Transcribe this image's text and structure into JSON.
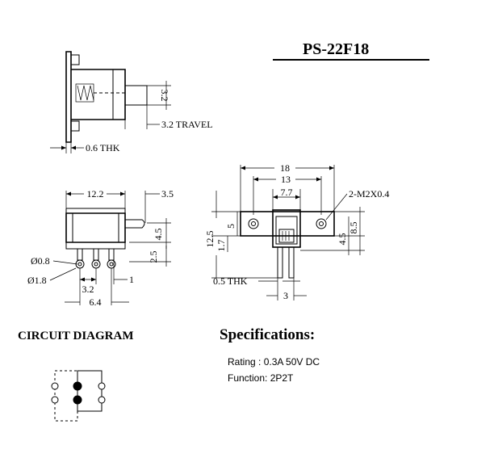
{
  "title": "PS-22F18",
  "side_view": {
    "dim_height": "3.2",
    "dim_travel": "3.2 TRAVEL",
    "dim_thickness": "0.6 THK"
  },
  "front_view": {
    "dim_width": "12.2",
    "dim_actuator": "3.5",
    "dim_height": "4.5",
    "dim_lower": "2.5",
    "dim_hole_small": "Ø0.8",
    "dim_hole_large": "Ø1.8",
    "dim_pitch": "3.2",
    "dim_pin_offset": "1",
    "dim_span": "6.4"
  },
  "top_view": {
    "dim_overall": "18",
    "dim_mount": "13",
    "dim_body": "7.7",
    "dim_screw": "2-M2X0.4",
    "dim_total_height": "12.5",
    "dim_mid_height": "1.7",
    "dim_hole_height": "5",
    "dim_right_lower": "4.5",
    "dim_right_upper": "8.5",
    "dim_plate_thickness": "0.5 THK",
    "dim_terminal": "3"
  },
  "circuit": {
    "heading": "CIRCUIT DIAGRAM",
    "columns": 3,
    "rows": 2,
    "common_column": 1
  },
  "specifications": {
    "heading": "Specifications:",
    "rating": "Rating : 0.3A 50V DC",
    "function": "Function: 2P2T"
  }
}
